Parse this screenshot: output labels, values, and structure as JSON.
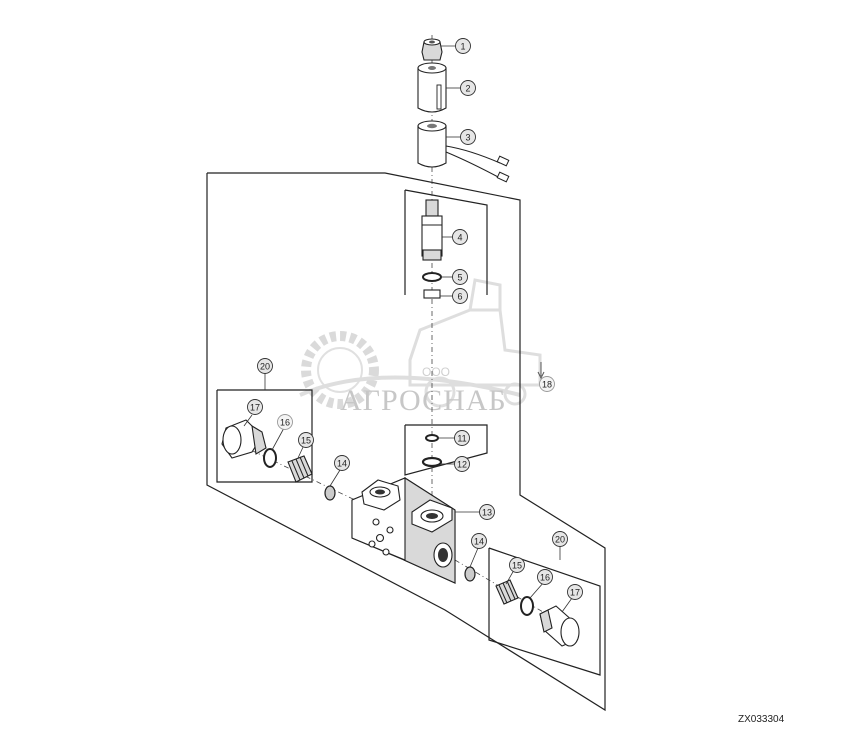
{
  "diagram": {
    "callouts": [
      {
        "id": "c1",
        "text": "1"
      },
      {
        "id": "c2",
        "text": "2"
      },
      {
        "id": "c3",
        "text": "3"
      },
      {
        "id": "c4",
        "text": "4"
      },
      {
        "id": "c5",
        "text": "5"
      },
      {
        "id": "c6",
        "text": "6"
      },
      {
        "id": "c11",
        "text": "11"
      },
      {
        "id": "c12",
        "text": "12"
      },
      {
        "id": "c13",
        "text": "13"
      },
      {
        "id": "c14a",
        "text": "14"
      },
      {
        "id": "c14b",
        "text": "14"
      },
      {
        "id": "c15a",
        "text": "15"
      },
      {
        "id": "c15b",
        "text": "15"
      },
      {
        "id": "c16a",
        "text": "16"
      },
      {
        "id": "c16b",
        "text": "16"
      },
      {
        "id": "c17a",
        "text": "17"
      },
      {
        "id": "c17b",
        "text": "17"
      },
      {
        "id": "c18",
        "text": "18"
      },
      {
        "id": "c20a",
        "text": "20"
      },
      {
        "id": "c20b",
        "text": "20"
      }
    ],
    "figure_code": "ZX033304"
  },
  "watermark": {
    "company": "ООО",
    "brand": "АГРОСНАБ"
  }
}
